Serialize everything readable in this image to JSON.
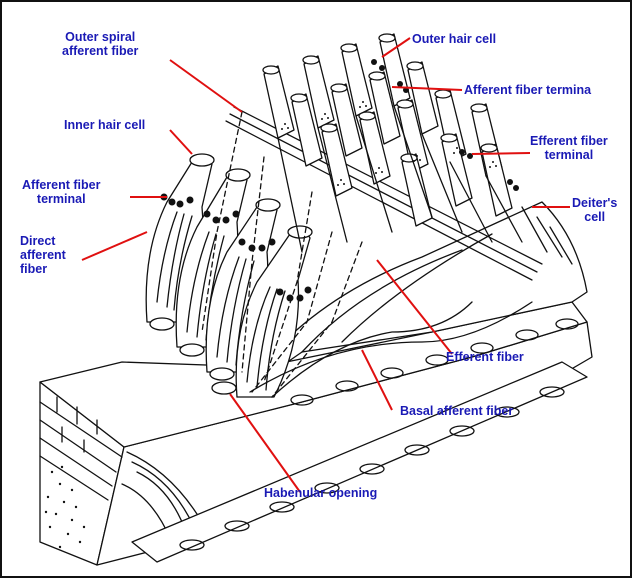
{
  "labels": {
    "outer_spiral": [
      "Outer spiral",
      "afferent fiber"
    ],
    "outer_hair_cell": "Outer hair cell",
    "afferent_terminal_outer": "Afferent fiber termina",
    "inner_hair_cell": "Inner hair cell",
    "efferent_terminal": [
      "Efferent fiber",
      "terminal"
    ],
    "afferent_terminal_inner": [
      "Afferent fiber",
      "terminal"
    ],
    "deiters_cell": [
      "Deiter's",
      "cell"
    ],
    "direct_afferent": [
      "Direct",
      "afferent",
      "fiber"
    ],
    "efferent_fiber": "Efferent fiber",
    "basal_afferent": "Basal afferent fiber",
    "habenular_opening": "Habenular opening"
  },
  "colors": {
    "label_text": "#1a1ab5",
    "leader_line": "#e01010",
    "drawing_ink": "#111111",
    "frame": "#111111"
  }
}
